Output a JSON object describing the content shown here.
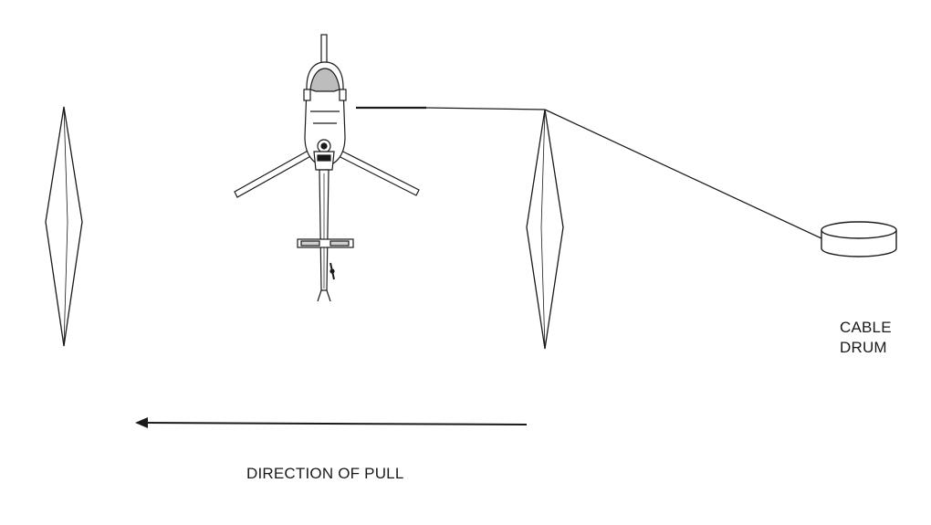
{
  "labels": {
    "cable_drum_line1": "CABLE",
    "cable_drum_line2": "DRUM",
    "direction": "DIRECTION OF PULL"
  },
  "colors": {
    "ink": "#1a1a1a",
    "background": "#ffffff"
  }
}
